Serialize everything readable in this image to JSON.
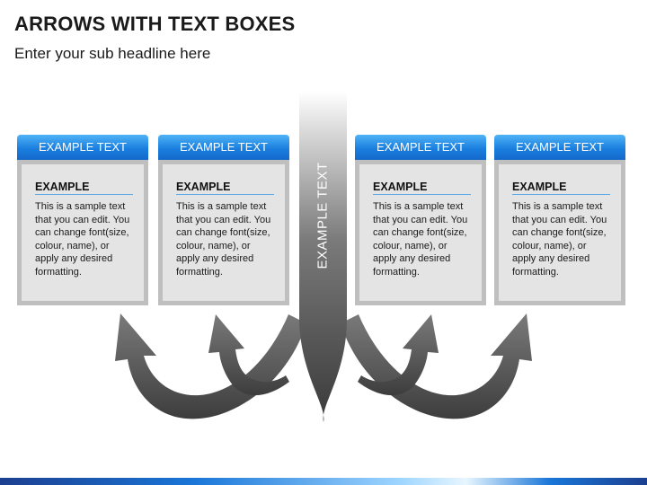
{
  "title": "ARROWS WITH TEXT BOXES",
  "subtitle": "Enter your sub headline here",
  "center_label": "EXAMPLE TEXT",
  "cards": [
    {
      "header": "EXAMPLE TEXT",
      "subhead": "EXAMPLE",
      "text": "This is a sample text that you can edit. You can change font(size, colour, name), or apply any desired formatting."
    },
    {
      "header": "EXAMPLE TEXT",
      "subhead": "EXAMPLE",
      "text": "This is a sample text that you can edit. You can change font(size, colour, name), or apply any desired formatting."
    },
    {
      "header": "EXAMPLE TEXT",
      "subhead": "EXAMPLE",
      "text": "This is a sample text that you can edit. You can change font(size, colour, name), or apply any desired formatting."
    },
    {
      "header": "EXAMPLE TEXT",
      "subhead": "EXAMPLE",
      "text": "This is a sample text that you can edit. You can change font(size, colour, name), or apply any desired formatting."
    }
  ],
  "colors": {
    "header_blue": "#1b7fe0",
    "card_body": "#e4e4e4",
    "card_border": "#bfbfbf",
    "arrow_gray": "#5a5a5a",
    "trunk_dark": "#3a3a3a"
  }
}
